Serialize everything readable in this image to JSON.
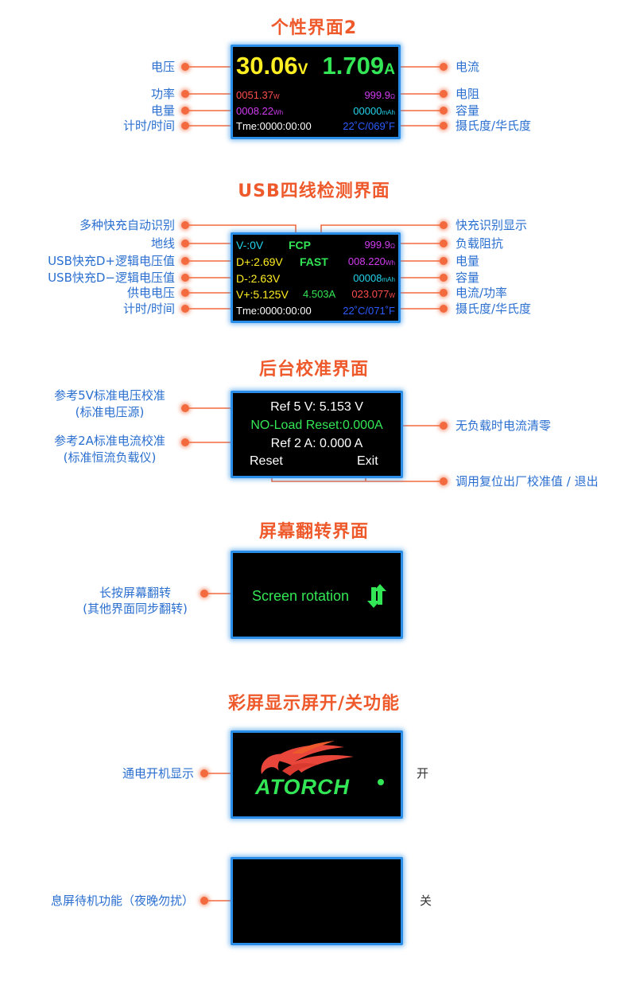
{
  "colors": {
    "accent": "#ee5a2c",
    "label": "#2a6fd0",
    "frame": "#2a8ee8",
    "line": "#f36a3f"
  },
  "s1": {
    "title": "个性界面2",
    "labels": {
      "voltage": "电压",
      "power": "功率",
      "energy": "电量",
      "timer": "计时/时间",
      "current": "电流",
      "resistance": "电阻",
      "capacity": "容量",
      "temp": "摄氏度/华氏度"
    },
    "screen": {
      "voltage": "30.06",
      "voltage_unit": "V",
      "current": "1.709",
      "current_unit": "A",
      "power": "0051.37",
      "power_unit": "W",
      "resistance": "999.9",
      "resistance_unit": "Ω",
      "energy": "0008.22",
      "energy_unit": "Wh",
      "capacity": "00000",
      "capacity_unit": "mAh",
      "timer": "Tme:0000:00:00",
      "temp": "22˚C/069˚F"
    }
  },
  "s2": {
    "title": "USB四线检测界面",
    "labels": {
      "multi": "多种快充自动识别",
      "gnd": "地线",
      "dplus": "USB快充D+逻辑电压值",
      "dminus": "USB快充D−逻辑电压值",
      "vsupply": "供电电压",
      "timer": "计时/时间",
      "qc": "快充识别显示",
      "load": "负载阻抗",
      "energy": "电量",
      "capacity": "容量",
      "curpow": "电流/功率",
      "temp": "摄氏度/华氏度"
    },
    "screen": {
      "vminus": "V-:0V",
      "fcp": "FCP",
      "res": "999.9",
      "res_unit": "Ω",
      "dplus": "D+:2.69V",
      "fast": "FAST",
      "energy": "008.220",
      "energy_unit": "Wh",
      "dminus": "D-:2.63V",
      "cap": "00008",
      "cap_unit": "mAh",
      "vplus": "V+:5.125V",
      "amp": "4.503A",
      "watt": "023.077",
      "watt_unit": "W",
      "timer": "Tme:0000:00:00",
      "temp": "22˚C/071˚F"
    }
  },
  "s3": {
    "title": "后台校准界面",
    "labels": {
      "ref5_l1": "参考5V标准电压校准",
      "ref5_l2": "(标准电压源)",
      "ref2_l1": "参考2A标准电流校准",
      "ref2_l2": "(标准恒流负载仪)",
      "noload": "无负载时电流清零",
      "reset": "调用复位出厂校准值 / 退出"
    },
    "screen": {
      "ref5": "Ref  5 V:  5.153 V",
      "noload": "NO-Load Reset:0.000A",
      "ref2": "Ref  2 A:  0.000 A",
      "reset": "Reset",
      "exit": "Exit"
    }
  },
  "s4": {
    "title": "屏幕翻转界面",
    "labels": {
      "l1": "长按屏幕翻转",
      "l2": "(其他界面同步翻转)"
    },
    "screen": {
      "text": "Screen rotation"
    }
  },
  "s5": {
    "title": "彩屏显示屏开/关功能",
    "labels": {
      "on_desc": "通电开机显示",
      "on": "开",
      "off_desc": "息屏待机功能（夜晚勿扰）",
      "off": "关"
    },
    "screen": {
      "logo": "ATORCH"
    }
  }
}
